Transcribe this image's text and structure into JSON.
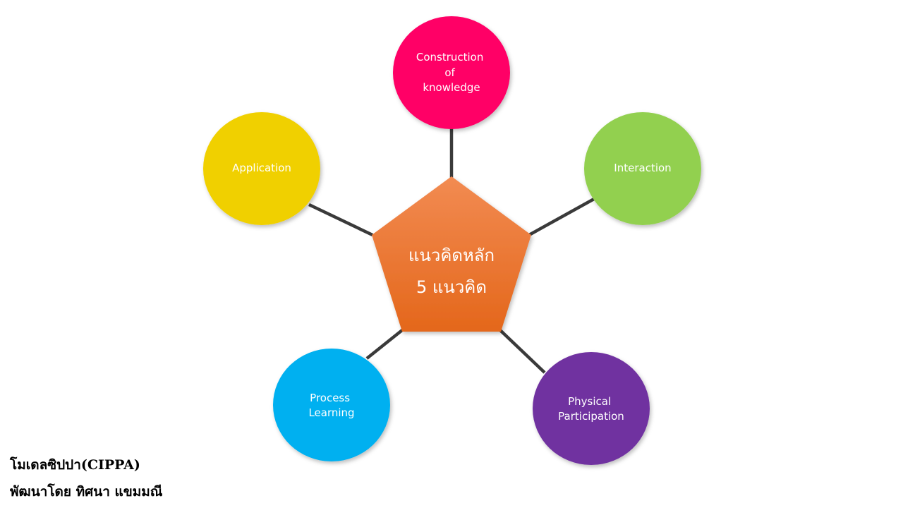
{
  "diagram": {
    "center": {
      "lines": [
        "แนวคิดหลัก",
        "5 แนวคิด"
      ],
      "color_top": "#f28b52",
      "color_bottom": "#e4671b"
    },
    "line_color": "#3a3a3a",
    "nodes": [
      {
        "id": "construction",
        "lines": [
          "Construction",
          "of",
          "knowledge"
        ],
        "color": "#ff0066"
      },
      {
        "id": "interaction",
        "lines": [
          "Interaction"
        ],
        "color": "#92d050"
      },
      {
        "id": "physical-participation",
        "lines": [
          "Physical",
          "Participation"
        ],
        "color": "#7030a0"
      },
      {
        "id": "process-learning",
        "lines": [
          "Process",
          "Learning"
        ],
        "color": "#00b0f0"
      },
      {
        "id": "application",
        "lines": [
          "Application"
        ],
        "color": "#f0d000"
      }
    ]
  },
  "footer": {
    "title": "โมเดลซิปปา(CIPPA)",
    "author": "พัฒนาโดย ทิศนา แขมมณี"
  }
}
